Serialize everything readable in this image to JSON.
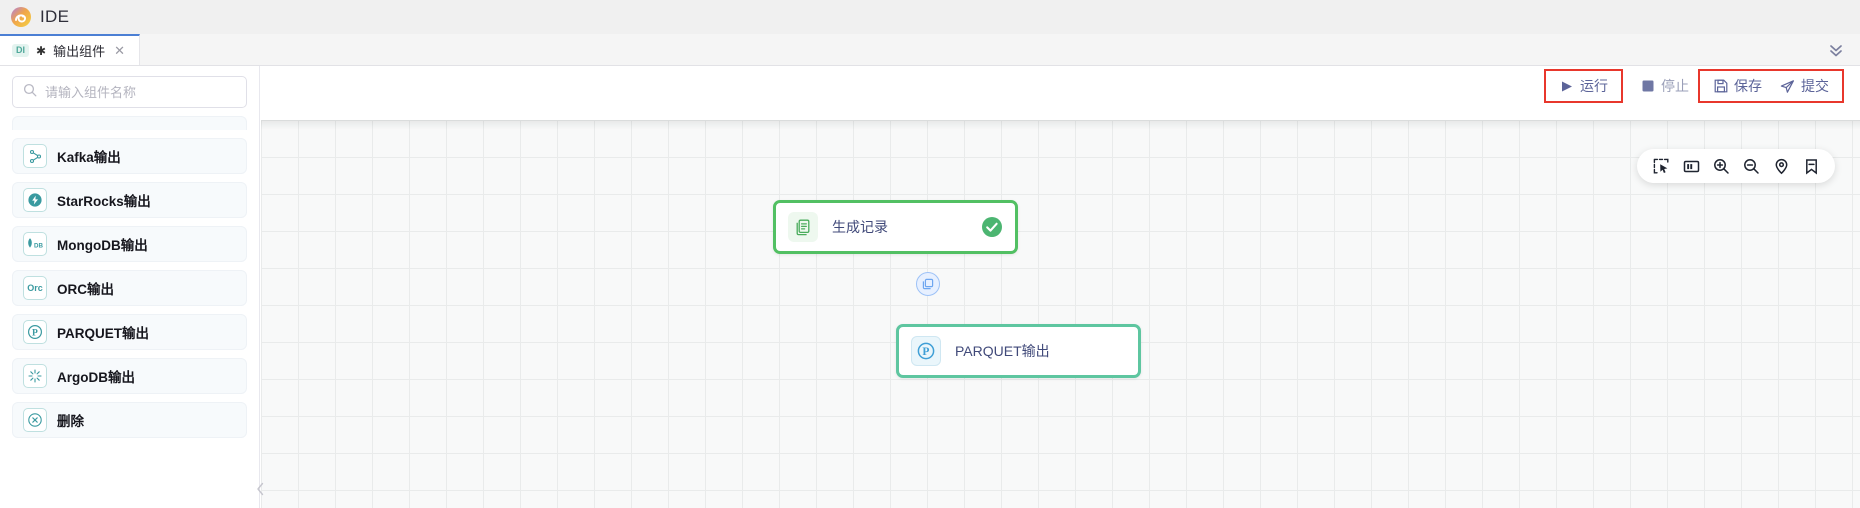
{
  "app": {
    "title": "IDE",
    "logo_icon": "swirl-logo-icon"
  },
  "tabbar": {
    "tabs": [
      {
        "badge": "DI",
        "modified_marker": "✱",
        "label": "输出组件",
        "close_icon": "close-icon"
      }
    ],
    "collapse_icon": "double-chevron-down-icon"
  },
  "actionbar": {
    "buttons": [
      {
        "label": "运行",
        "icon": "play-icon",
        "state": "enabled",
        "highlighted": true
      },
      {
        "label": "停止",
        "icon": "stop-square-icon",
        "state": "disabled",
        "highlighted": false
      },
      {
        "label": "保存",
        "icon": "save-floppy-icon",
        "state": "enabled",
        "highlighted": true
      },
      {
        "label": "提交",
        "icon": "submit-send-icon",
        "state": "enabled",
        "highlighted": true
      }
    ],
    "highlight_color": "#e8372c",
    "text_color": "#5c6499"
  },
  "sidebar": {
    "search": {
      "placeholder": "请输入组件名称",
      "value": "",
      "icon": "search-icon"
    },
    "items": [
      {
        "label": "Kafka输出",
        "icon": "kafka-icon",
        "icon_text": ""
      },
      {
        "label": "StarRocks输出",
        "icon": "starrocks-icon",
        "icon_text": ""
      },
      {
        "label": "MongoDB输出",
        "icon": "mongodb-icon",
        "icon_text": "DB"
      },
      {
        "label": "ORC输出",
        "icon": "orc-icon",
        "icon_text": "Orc"
      },
      {
        "label": "PARQUET输出",
        "icon": "parquet-icon",
        "icon_text": "P"
      },
      {
        "label": "ArgoDB输出",
        "icon": "argodb-icon",
        "icon_text": ""
      },
      {
        "label": "删除",
        "icon": "delete-x-icon",
        "icon_text": ""
      }
    ],
    "collapse_handle_icon": "chevron-left-icon"
  },
  "canvas": {
    "toolbar": [
      {
        "icon": "marquee-select-icon",
        "name": "select-tool"
      },
      {
        "icon": "layout-panel-icon",
        "name": "layout-tool"
      },
      {
        "icon": "zoom-in-icon",
        "name": "zoom-in"
      },
      {
        "icon": "zoom-out-icon",
        "name": "zoom-out"
      },
      {
        "icon": "fit-view-locate-icon",
        "name": "fit-view"
      },
      {
        "icon": "bookmark-minus-icon",
        "name": "bookmark"
      }
    ],
    "nodes": [
      {
        "label": "生成记录",
        "icon": "document-copy-icon",
        "border_color": "#52c063",
        "status": "success",
        "status_icon": "check-circle-icon"
      },
      {
        "label": "PARQUET输出",
        "icon": "parquet-p-icon",
        "border_color": "#5ec6a0",
        "status": "",
        "status_icon": ""
      }
    ],
    "edge": {
      "badge_icon": "copy-layers-icon",
      "arrow_color": "#8a8a94"
    }
  }
}
